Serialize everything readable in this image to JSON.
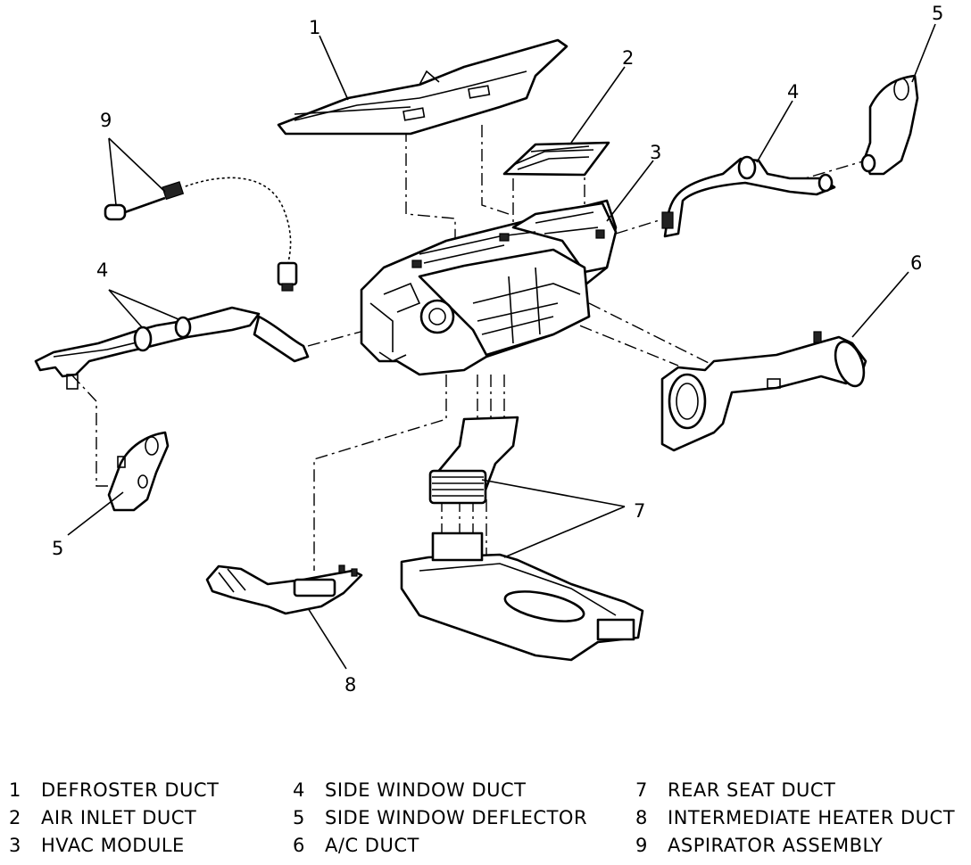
{
  "callouts": [
    {
      "number": "1"
    },
    {
      "number": "2"
    },
    {
      "number": "3"
    },
    {
      "number": "4"
    },
    {
      "number": "4"
    },
    {
      "number": "5"
    },
    {
      "number": "5"
    },
    {
      "number": "6"
    },
    {
      "number": "7"
    },
    {
      "number": "8"
    },
    {
      "number": "9"
    }
  ],
  "legend": [
    {
      "number": "1",
      "label": "DEFROSTER DUCT"
    },
    {
      "number": "2",
      "label": "AIR INLET DUCT"
    },
    {
      "number": "3",
      "label": "HVAC MODULE"
    },
    {
      "number": "4",
      "label": "SIDE WINDOW DUCT"
    },
    {
      "number": "5",
      "label": "SIDE WINDOW DEFLECTOR"
    },
    {
      "number": "6",
      "label": "A/C DUCT"
    },
    {
      "number": "7",
      "label": "REAR SEAT DUCT"
    },
    {
      "number": "8",
      "label": "INTERMEDIATE HEATER DUCT"
    },
    {
      "number": "9",
      "label": "ASPIRATOR ASSEMBLY"
    }
  ]
}
